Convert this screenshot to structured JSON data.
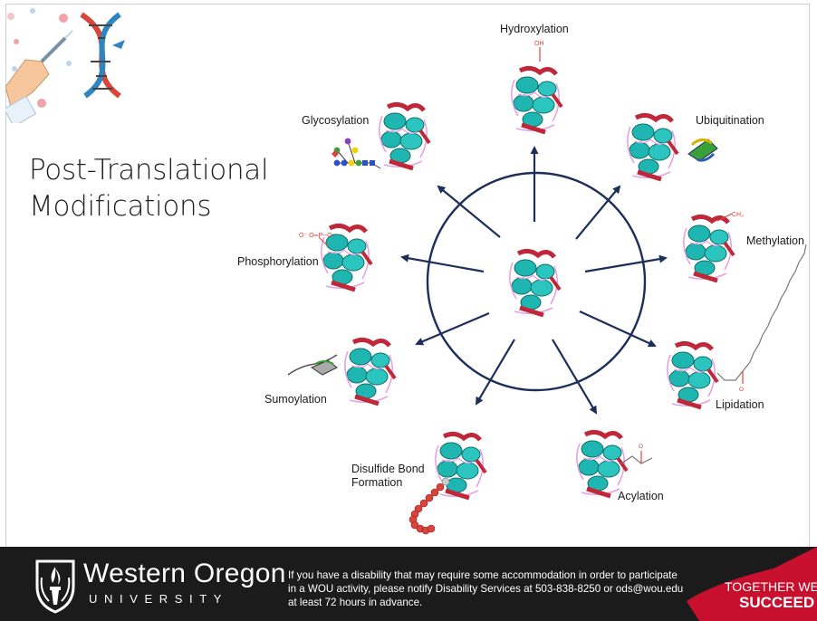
{
  "slide": {
    "title_lines": [
      "Post-Translational",
      "Modifications"
    ]
  },
  "diagram": {
    "center_protein_icon": "protein-structure-icon",
    "modifications": [
      {
        "id": "hydroxylation",
        "label": "Hydroxylation",
        "group_label": "OH"
      },
      {
        "id": "ubiquitination",
        "label": "Ubiquitination"
      },
      {
        "id": "methylation",
        "label": "Methylation",
        "group_label": "CH₃"
      },
      {
        "id": "lipidation",
        "label": "Lipidation",
        "group_label": "O"
      },
      {
        "id": "acylation",
        "label": "Acylation",
        "group_label": "O"
      },
      {
        "id": "disulfide",
        "label_lines": [
          "Disulfide Bond",
          "Formation"
        ]
      },
      {
        "id": "sumoylation",
        "label": "Sumoylation"
      },
      {
        "id": "phosphorylation",
        "label": "Phosphorylation",
        "group_label": "O⁻ O═P─O⁻"
      },
      {
        "id": "glycosylation",
        "label": "Glycosylation"
      }
    ],
    "colors": {
      "arrow": "#1c2e5a",
      "helix": "#1fb5b0",
      "strand": "#c0283a",
      "loop": "#e3a3e6"
    }
  },
  "footer": {
    "university_name": "Western Oregon",
    "university_sub": "UNIVERSITY",
    "disclaimer": "If you have a disability that may require some accommodation in order to participate in a WOU activity, please notify Disability Services at 503-838-8250 or ods@wou.edu at least 72 hours in advance.",
    "tagline_line1": "TOGETHER WE",
    "tagline_line2": "SUCCEED",
    "colors": {
      "background": "#1b1b1b",
      "accent": "#c8102e"
    }
  }
}
